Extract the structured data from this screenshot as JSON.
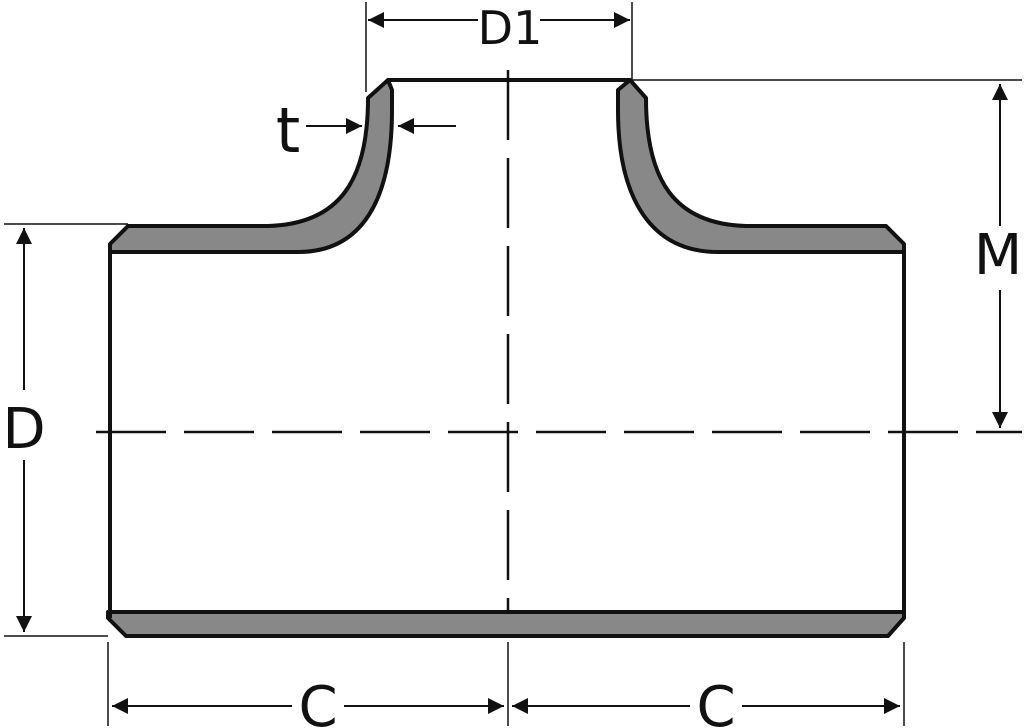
{
  "diagram": {
    "labels": {
      "d1": "D1",
      "t": "t",
      "m": "M",
      "d": "D",
      "c_left": "C",
      "c_right": "C"
    },
    "colors": {
      "wall_fill": "#888888",
      "outline": "#111111",
      "background": "#ffffff"
    }
  }
}
